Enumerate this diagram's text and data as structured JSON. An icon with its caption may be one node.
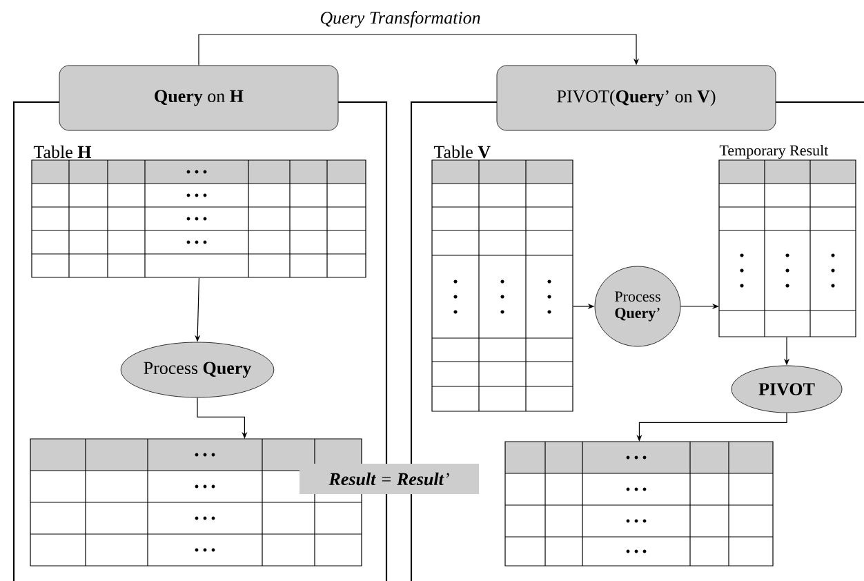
{
  "diagram": {
    "nodes": [
      {
        "text": [
          "**Query** on **H**"
        ]
      },
      {
        "text": [
          "PIVOT(**Query**’ on **V**)"
        ]
      },
      {
        "text": [
          "Table **H**"
        ]
      },
      {
        "text": [
          "Process **Query**"
        ]
      },
      {
        "text": [],
        "shape": "table"
      },
      {
        "text": [
          "Table **V**"
        ]
      },
      {
        "text": [
          "Process **Query**’"
        ]
      },
      {
        "text": [
          "Temporary Result"
        ]
      },
      {
        "text": [
          "PIVOT"
        ]
      },
      {
        "text": [],
        "shape": "table"
      },
      {
        "text": [
          "**Result** = **Result**’"
        ]
      }
    ],
    "edges": [
      {
        "from": 0,
        "to": 1,
        "arrow": "to",
        "label": "Query Transformation"
      },
      {
        "from": 2,
        "to": 3,
        "arrow": "to"
      },
      {
        "from": 3,
        "to": 4,
        "arrow": "to"
      },
      {
        "from": 5,
        "to": 6,
        "arrow": "to"
      },
      {
        "from": 6,
        "to": 7,
        "arrow": "to"
      },
      {
        "from": 7,
        "to": 8,
        "arrow": "to"
      },
      {
        "from": 8,
        "to": 9,
        "arrow": "to"
      }
    ]
  }
}
